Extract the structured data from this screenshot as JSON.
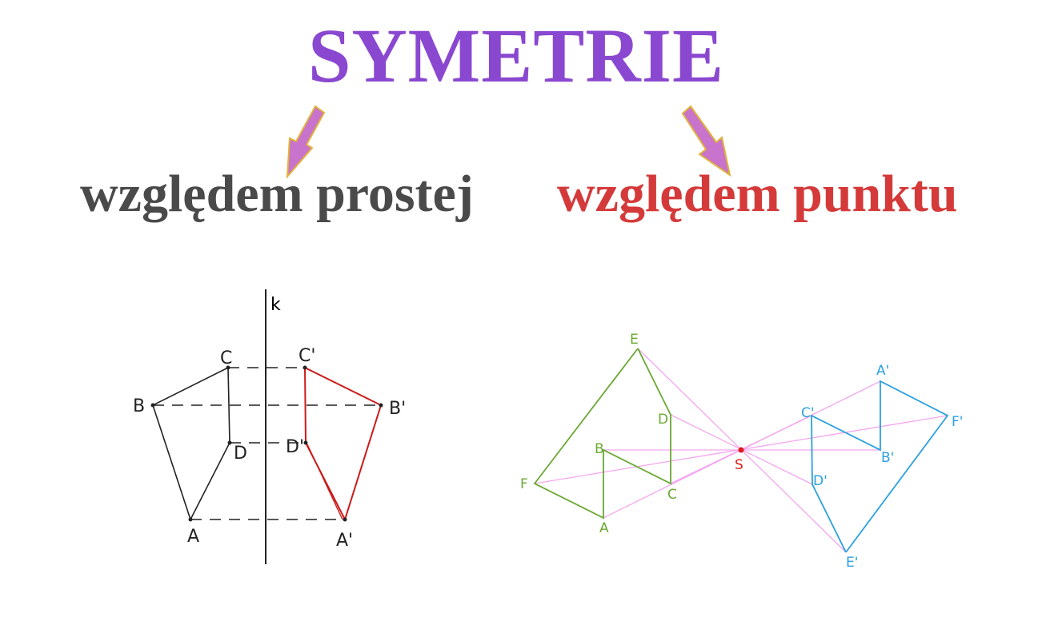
{
  "title": {
    "text": "SYMETRIE",
    "color": "#8a48d0"
  },
  "subtitles": {
    "line": {
      "text": "względem prostej",
      "color": "#4a4a4a"
    },
    "point": {
      "text": "względem punktu",
      "color": "#d43a3a"
    }
  },
  "arrows": {
    "fill": "#c873cc",
    "stroke": "#e2b23a"
  },
  "axial_diagram": {
    "axis_label": "k",
    "original_color": "#222222",
    "image_color": "#cc1a1a",
    "original_labels": {
      "A": "A",
      "B": "B",
      "C": "C",
      "D": "D"
    },
    "image_labels": {
      "A": "A'",
      "B": "B'",
      "C": "C'",
      "D": "D'"
    }
  },
  "central_diagram": {
    "center_label": "S",
    "center_color": "#e01a1a",
    "original_color": "#6aa832",
    "image_color": "#2ba0e0",
    "ray_color": "#f3a6ef",
    "original_labels": {
      "A": "A",
      "B": "B",
      "C": "C",
      "D": "D",
      "E": "E",
      "F": "F"
    },
    "image_labels": {
      "A": "A'",
      "B": "B'",
      "C": "C'",
      "D": "D'",
      "E": "E'",
      "F": "F'"
    }
  }
}
